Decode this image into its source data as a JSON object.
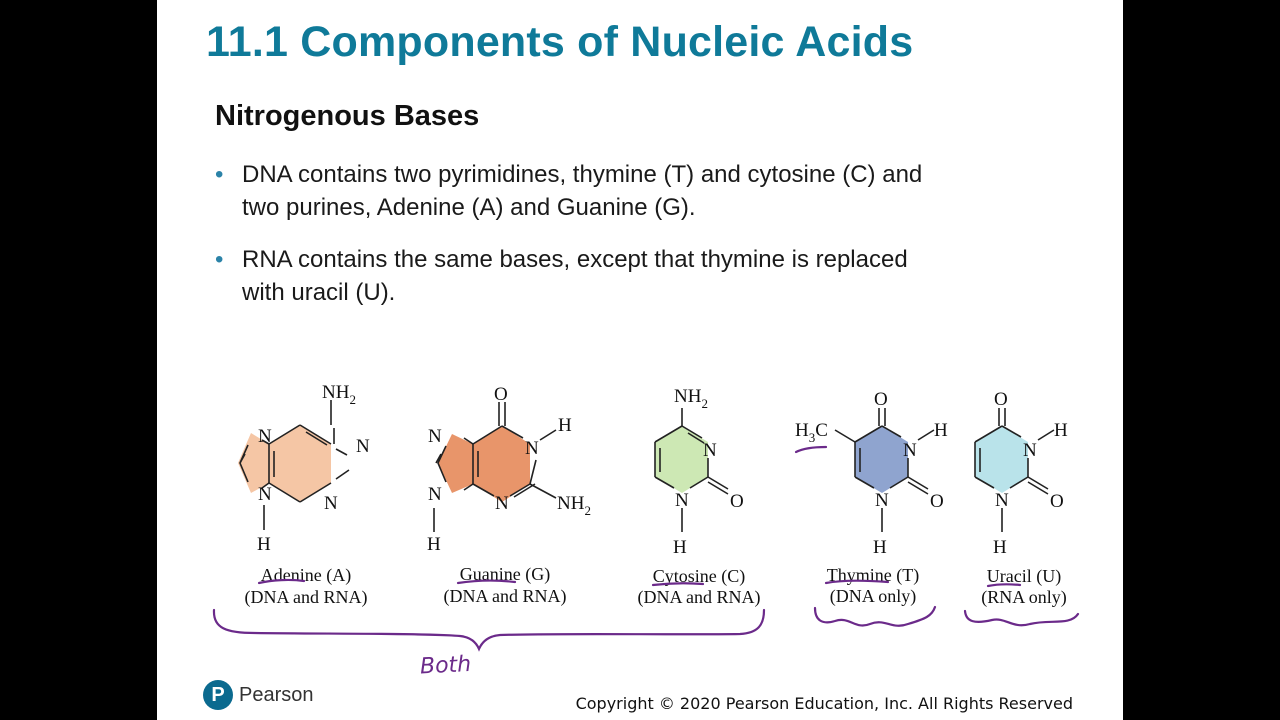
{
  "slide": {
    "title": "11.1 Components of Nucleic Acids",
    "subtitle": "Nitrogenous Bases",
    "bullets": [
      {
        "lines": [
          "DNA contains two pyrimidines, thymine (T) and cytosine (C) and",
          "two purines, Adenine (A) and Guanine (G)."
        ]
      },
      {
        "lines": [
          "RNA contains the same bases, except that thymine is replaced",
          "with uracil (U)."
        ]
      }
    ]
  },
  "bases": [
    {
      "name": "Adenine (A)",
      "note": "(DNA and RNA)",
      "color": "#f5c6a5"
    },
    {
      "name": "Guanine (G)",
      "note": "(DNA and RNA)",
      "color": "#e8956a"
    },
    {
      "name": "Cytosine (C)",
      "note": "(DNA and RNA)",
      "color": "#cde8b4"
    },
    {
      "name": "Thymine (T)",
      "note": "(DNA only)",
      "color": "#8fa4cf"
    },
    {
      "name": "Uracil (U)",
      "note": "(RNA only)",
      "color": "#b9e3ea"
    }
  ],
  "atoms": {
    "n": "N",
    "o": "O",
    "h": "H",
    "nh": "NH",
    "sub2": "2",
    "h3": "H",
    "sub3": "3",
    "c": "C"
  },
  "annotation": {
    "text": "Both",
    "color": "#6b2a8a"
  },
  "footer": {
    "logo_letter": "P",
    "brand": "Pearson",
    "copyright": "Copyright © 2020 Pearson Education, Inc. All Rights Reserved"
  },
  "colors": {
    "title": "#0f7a99",
    "bullet": "#2b83a8"
  }
}
